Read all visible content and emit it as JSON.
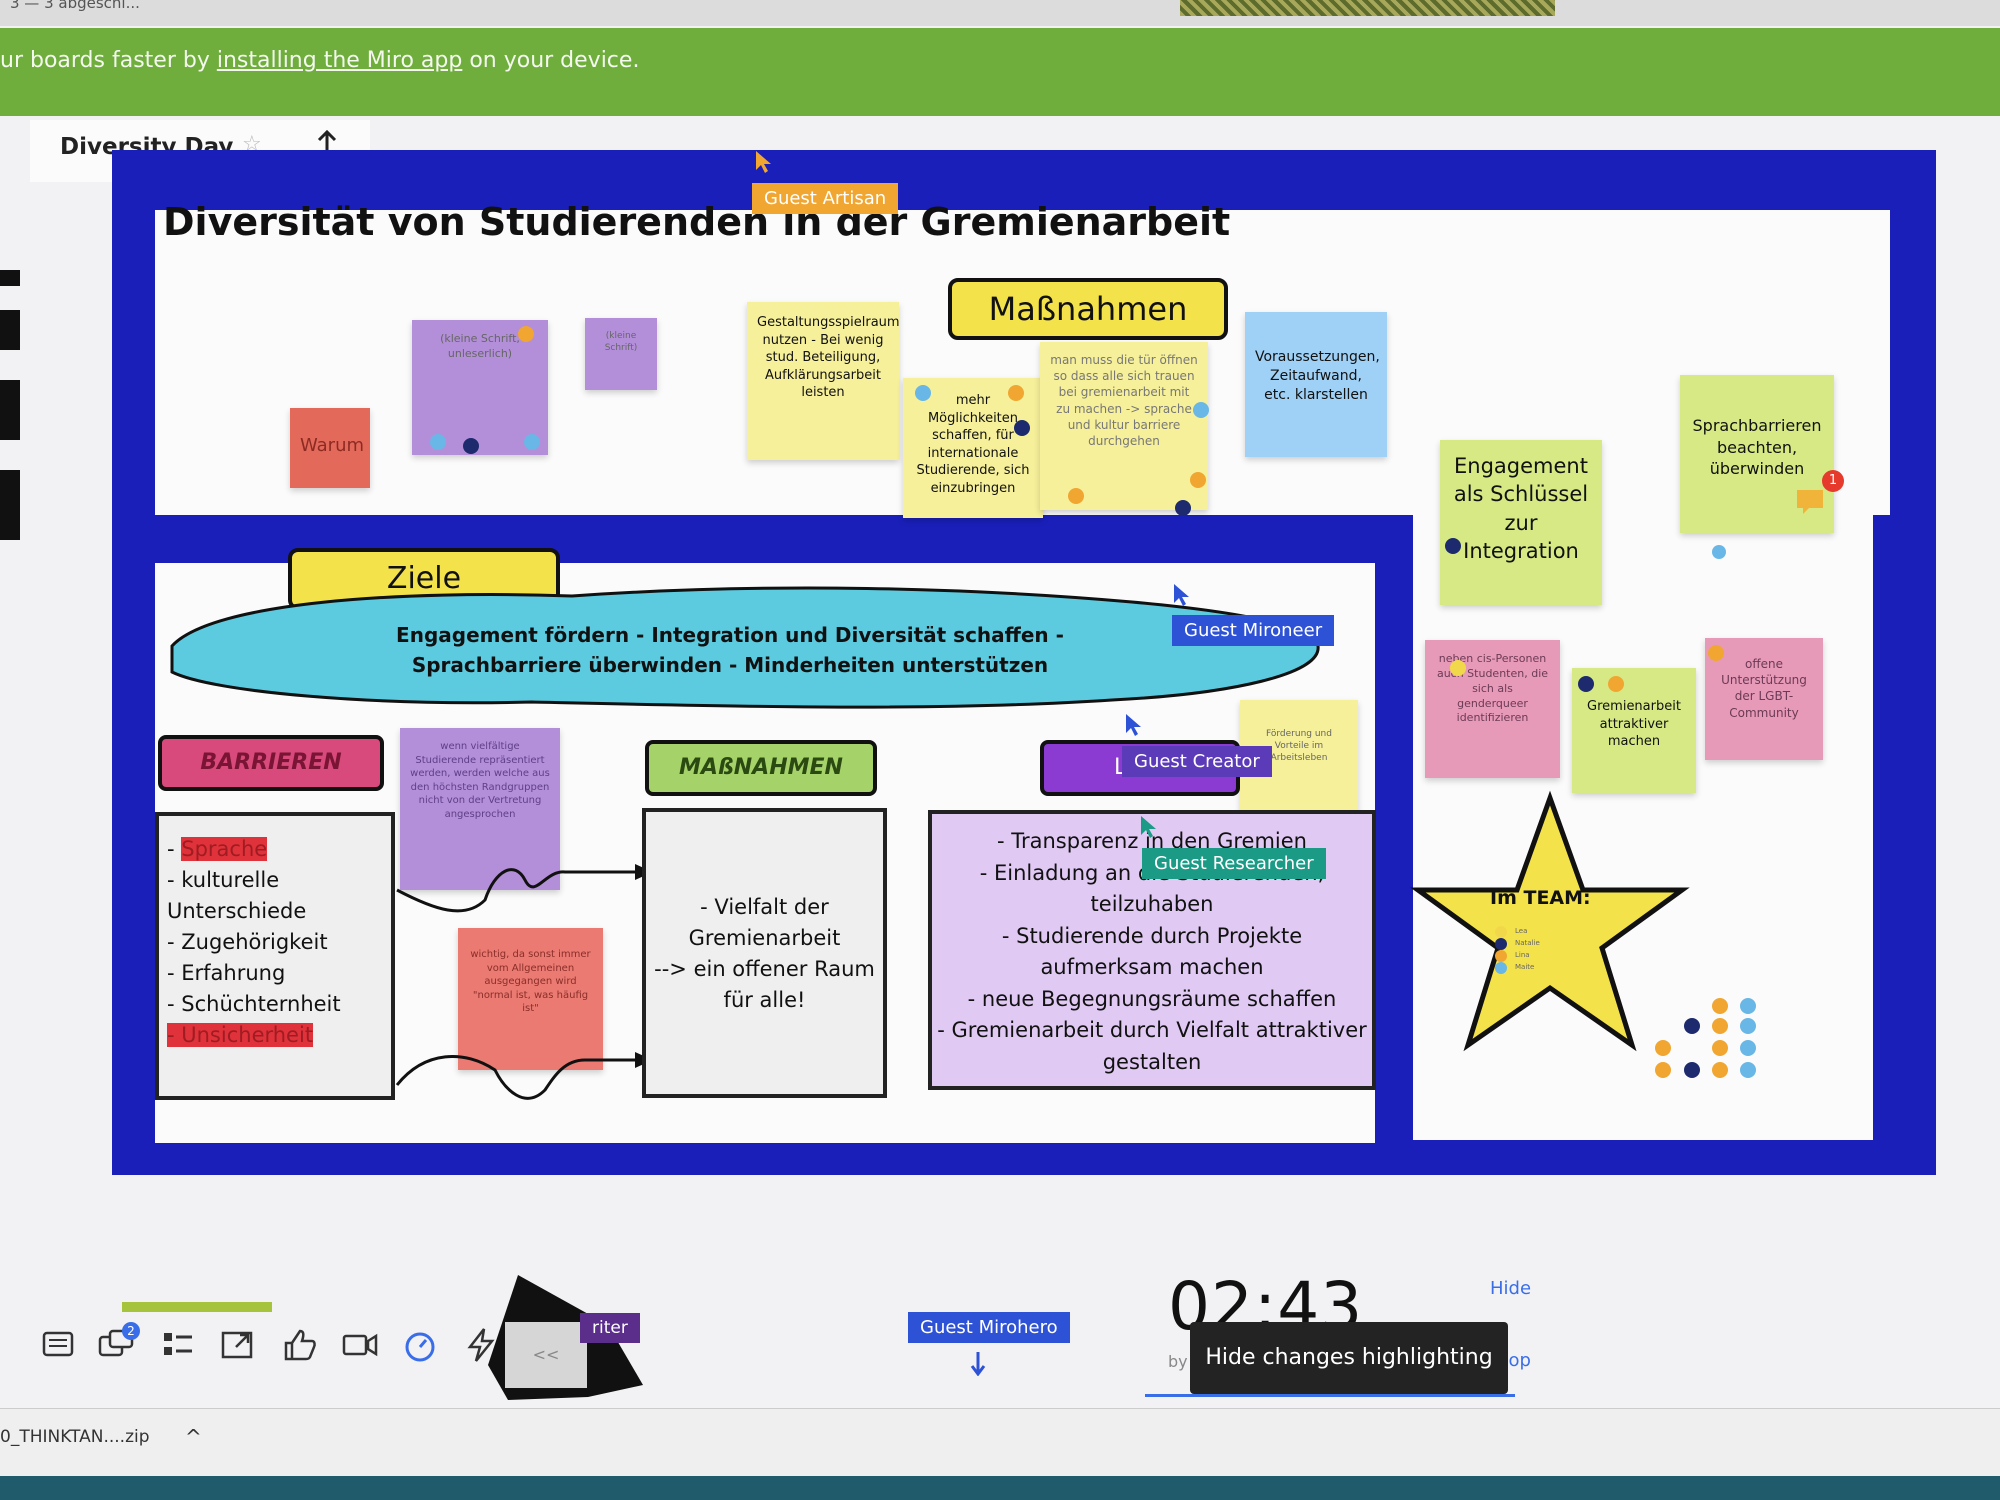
{
  "browser": {
    "download_status": "3 — 3 abgeschl...",
    "banner_pre": "ur boards faster by ",
    "banner_link": "installing the Miro app",
    "banner_post": " on your device."
  },
  "board": {
    "title": "Diversity Day",
    "star_icon": "☆",
    "heading": "Diversität von Studierenden in der Gremienarbeit"
  },
  "top_section": {
    "warum": "Warum",
    "purple_note_1": "(kleine Schrift, unleserlich)",
    "purple_note_2": "(kleine Schrift)",
    "yellow_note_1": "Gestaltungsspielraum nutzen - Bei wenig stud. Beteiligung, Aufklärungsarbeit leisten",
    "massnahmen_title": "Maßnahmen",
    "yellow_note_2": "mehr Möglichkeiten schaffen, für internationale Studierende, sich einzubringen",
    "yellow_note_3": "man muss die tür öffnen so dass alle sich trauen bei gremienarbeit mit zu machen -> sprache und kultur barriere durchgehen",
    "blue_note": "Voraussetzungen, Zeitaufwand, etc. klarstellen"
  },
  "right_section": {
    "engagement_note": "Engagement als Schlüssel zur Integration",
    "sprach_note": "Sprachbarrieren beachten, überwinden",
    "comment_badge": "1",
    "pink_note_1": "neben cis-Personen auch Studenten, die sich als genderqueer identifizieren",
    "green_note": "Gremienarbeit attraktiver machen",
    "pink_note_2": "offene Unterstützung der LGBT-Community",
    "star_title": "Im TEAM:",
    "star_members": [
      "Lea",
      "Natalie",
      "Lina",
      "Maite"
    ]
  },
  "main_section": {
    "ziele_label": "Ziele",
    "cloud_line1": "Engagement fördern - Integration und Diversität schaffen -",
    "cloud_line2": "Sprachbarriere überwinden - Minderheiten unterstützen",
    "barrieren_label": "BARRIEREN",
    "massnahmen_label": "MAßNAHMEN",
    "barrieren_items": [
      {
        "text": "- ",
        "highlight": "Sprache"
      },
      {
        "text": "- kulturelle"
      },
      {
        "text": "Unterschiede"
      },
      {
        "text": "- Zugehörigkeit"
      },
      {
        "text": "- Erfahrung"
      },
      {
        "text": "- Schüchternheit"
      },
      {
        "text": "",
        "highlight": "- Unsicherheit"
      }
    ],
    "purple_mid_note": "wenn vielfältige Studierende repräsentiert werden, werden welche aus den höchsten Randgruppen nicht von der Vertretung angesprochen",
    "red_mid_note": "wichtig, da sonst immer vom Allgemeinen ausgegangen wird \"normal ist, was häufig ist\"",
    "massnahmen_text": [
      "- Vielfalt der",
      "Gremienarbeit",
      "--> ein offener Raum",
      "für alle!"
    ],
    "purple_label_text": "L",
    "small_yellow_note": "Förderung und Vorteile im Arbeitsleben",
    "lila_lines": [
      "- Transparenz in den Gremien",
      "- Einladung an die Studierenden,",
      "teilzuhaben",
      "- Studierende durch Projekte",
      "aufmerksam machen",
      "- neue Begegnungsräume schaffen",
      "- Gremienarbeit durch Vielfalt attraktiver",
      "gestalten"
    ]
  },
  "cursors": {
    "artisan": "Guest Artisan",
    "mironeer": "Guest Mironeer",
    "creator": "Guest Creator",
    "researcher": "Guest Researcher",
    "mirohero": "Guest Mirohero",
    "writer": "riter"
  },
  "toolbar": {
    "notification_count": "2",
    "collapse": "<<"
  },
  "timer": {
    "time": "02:43",
    "hide": "Hide",
    "by": "by G",
    "stop": "Stop",
    "hide_changes": "Hide changes highlighting"
  },
  "downloads": {
    "file": "0_THINKTAN....zip",
    "chevron": "^"
  },
  "colors": {
    "frame_blue": "#1a1fba",
    "banner_green": "#6fae3c",
    "sticky_yellow": "#f6f09a",
    "sticky_purple": "#b38fd9",
    "sticky_pink": "#e79ab8",
    "sticky_green": "#d6e984",
    "sticky_blue": "#9fd0f5",
    "cloud_cyan": "#5ccbe0",
    "star_yellow": "#f4e24b"
  }
}
